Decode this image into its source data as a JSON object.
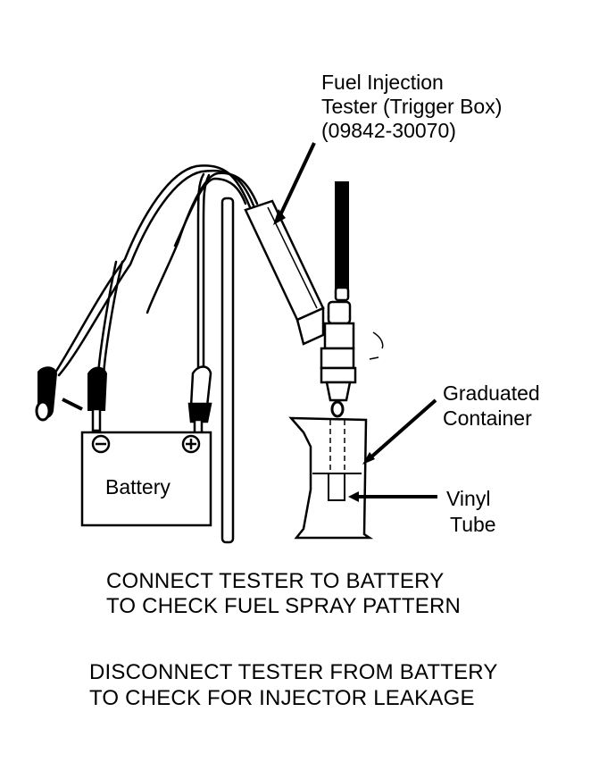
{
  "labels": {
    "tester_line1": "Fuel Injection",
    "tester_line2": "Tester (Trigger Box)",
    "tester_line3": "(09842-30070)",
    "graduated_line1": "Graduated",
    "graduated_line2": "Container",
    "vinyl_line1": "Vinyl",
    "vinyl_line2": "Tube",
    "battery": "Battery",
    "negative_terminal": "−",
    "positive_terminal": "+"
  },
  "captions": {
    "connect_line1": "CONNECT TESTER TO BATTERY",
    "connect_line2": "TO CHECK FUEL SPRAY PATTERN",
    "disconnect_line1": "DISCONNECT TESTER FROM BATTERY",
    "disconnect_line2": "TO CHECK FOR INJECTOR LEAKAGE"
  },
  "colors": {
    "ink": "#000000",
    "paper": "#ffffff"
  }
}
